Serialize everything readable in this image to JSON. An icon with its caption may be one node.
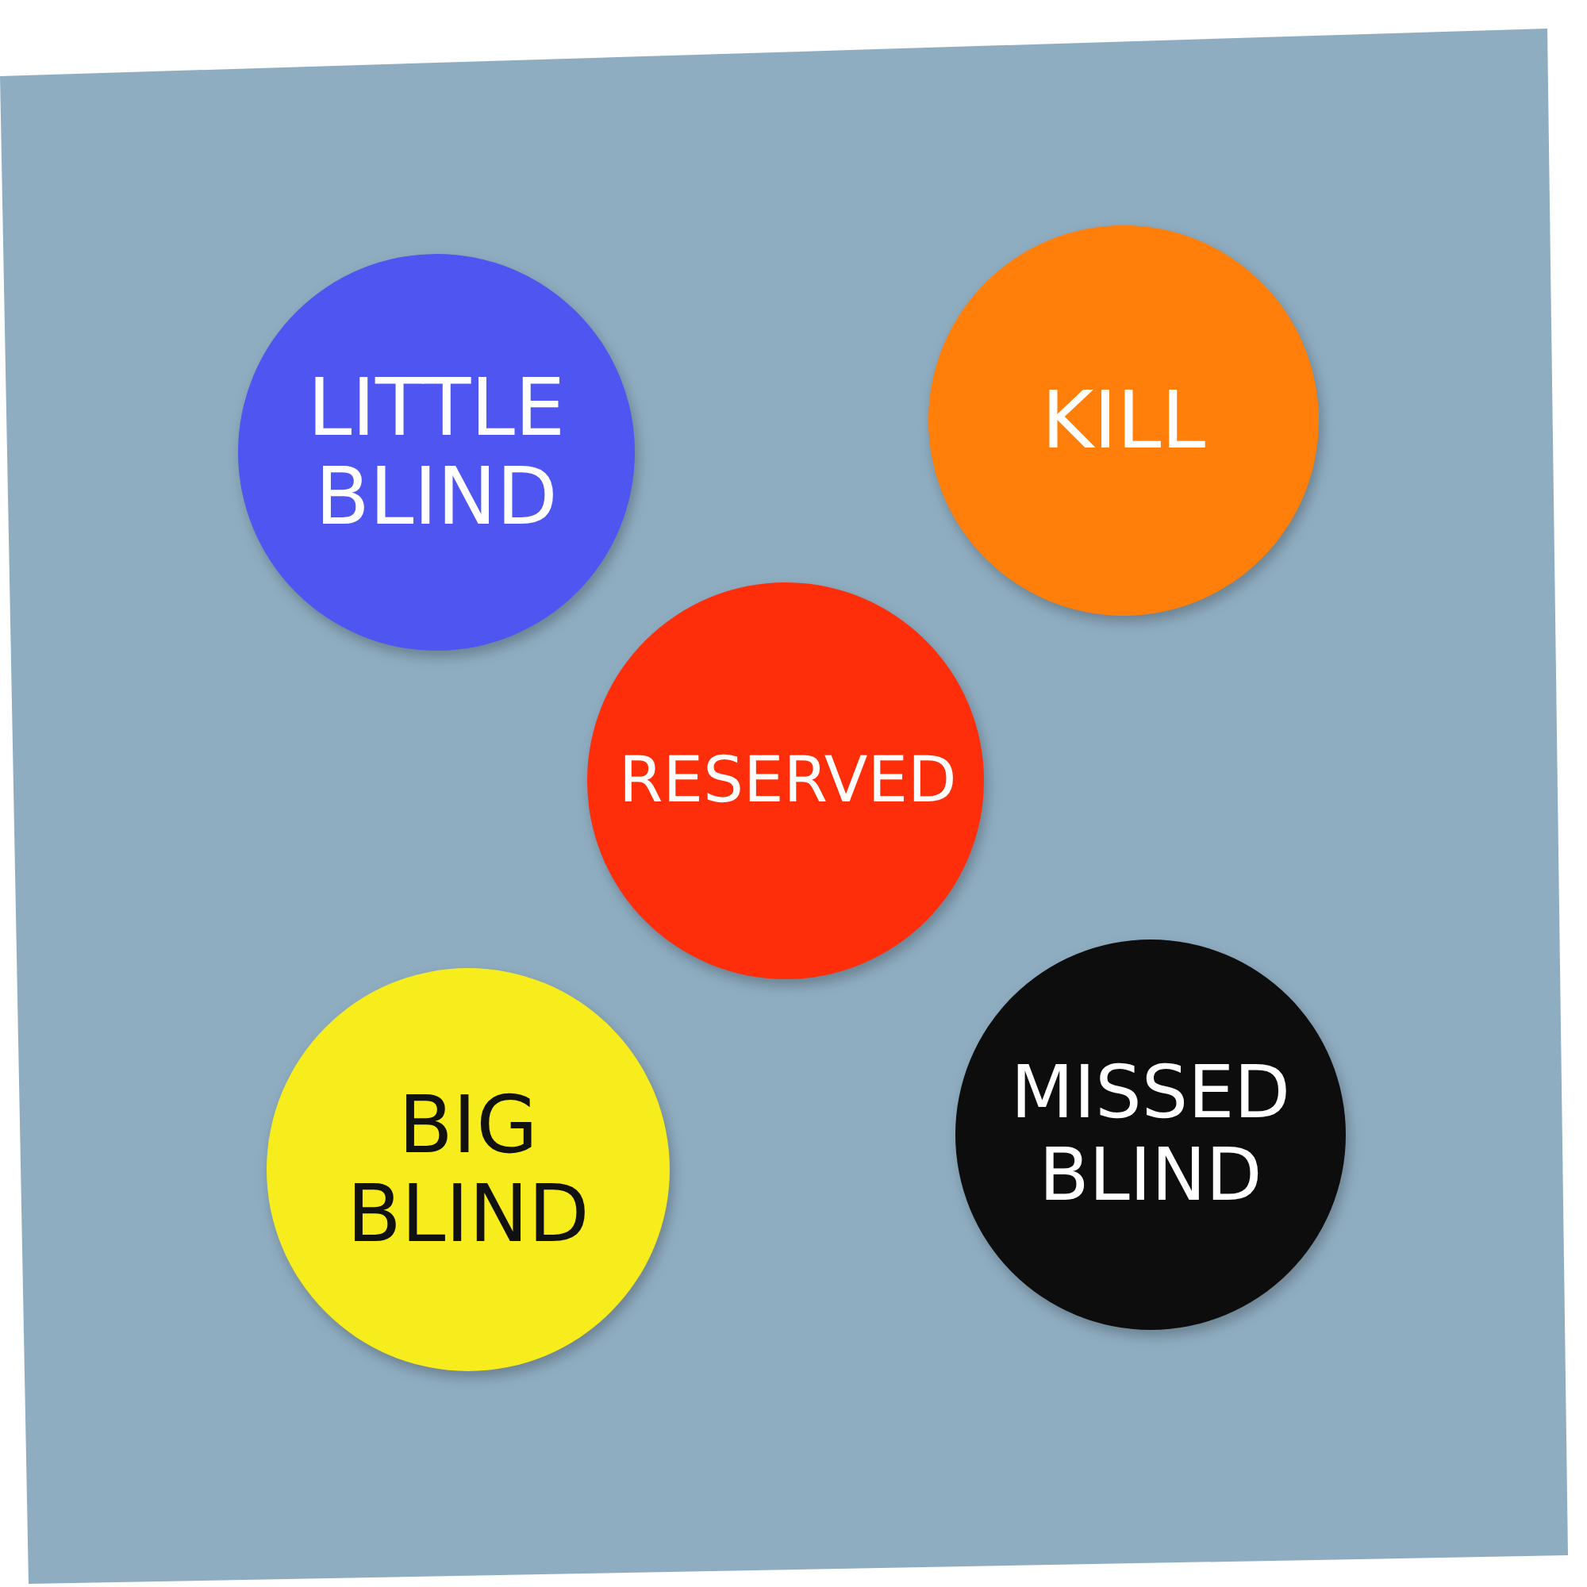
{
  "diagram": {
    "nodes": [
      {
        "text": [
          "LITTLE BLIND"
        ]
      },
      {
        "text": [
          "KILL"
        ]
      },
      {
        "text": [
          "RESERVED"
        ]
      },
      {
        "text": [
          "BIG BLIND"
        ]
      },
      {
        "text": [
          "MISSED BLIND"
        ]
      }
    ]
  }
}
